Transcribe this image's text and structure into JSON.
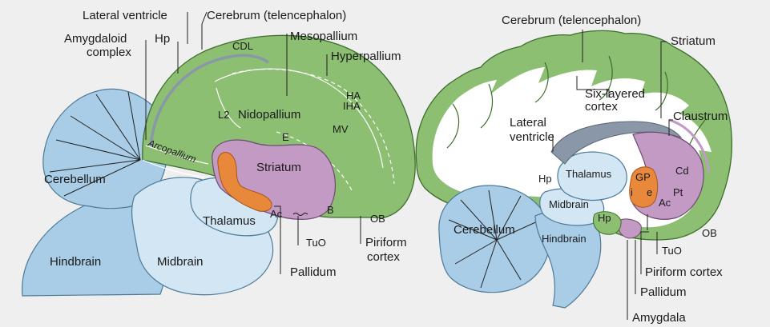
{
  "colors": {
    "background": "#efefef",
    "cerebrum": "#8cbf72",
    "cerebrum_outline": "#3d6e2c",
    "hindbrain": "#a9cde6",
    "midbrain_thalamus": "#d3e6f3",
    "striatum": "#c39ac4",
    "pallidum": "#e8883a",
    "white_matter": "#ffffff",
    "ventricle": "#8a97a8"
  },
  "icons": [
    "bird-brain-diagram",
    "mammal-brain-diagram"
  ],
  "bird": {
    "lateral_ventricle": "Lateral ventricle",
    "cerebrum": "Cerebrum (telencephalon)",
    "amygdaloid_1": "Amygdaloid",
    "amygdaloid_2": "complex",
    "hp": "Hp",
    "cdl": "CDL",
    "mesopallium": "Mesopallium",
    "hyperpallium": "Hyperpallium",
    "ha": "HA",
    "iha": "IHA",
    "l2": "L2",
    "nidopallium": "Nidopallium",
    "mv": "MV",
    "e": "E",
    "arcopallium": "Arcopallium",
    "cerebellum": "Cerebellum",
    "striatum": "Striatum",
    "thalamus": "Thalamus",
    "ac": "Ac",
    "b": "B",
    "ob": "OB",
    "tuo": "TuO",
    "piriform_1": "Piriform",
    "piriform_2": "cortex",
    "hindbrain": "Hindbrain",
    "midbrain": "Midbrain",
    "pallidum": "Pallidum"
  },
  "mammal": {
    "cerebrum": "Cerebrum (telencephalon)",
    "striatum": "Striatum",
    "six_layered_1": "Six-layered",
    "six_layered_2": "cortex",
    "lateral_ventricle_1": "Lateral",
    "lateral_ventricle_2": "ventricle",
    "claustrum": "Claustrum",
    "hp_upper": "Hp",
    "thalamus": "Thalamus",
    "gp": "GP",
    "cd": "Cd",
    "i": "i",
    "e": "e",
    "pt": "Pt",
    "ac": "Ac",
    "midbrain": "Midbrain",
    "hp_lower": "Hp",
    "cerebellum": "Cerebellum",
    "hindbrain": "Hindbrain",
    "ob": "OB",
    "tuo": "TuO",
    "piriform": "Piriform cortex",
    "pallidum": "Pallidum",
    "amygdala": "Amygdala"
  }
}
